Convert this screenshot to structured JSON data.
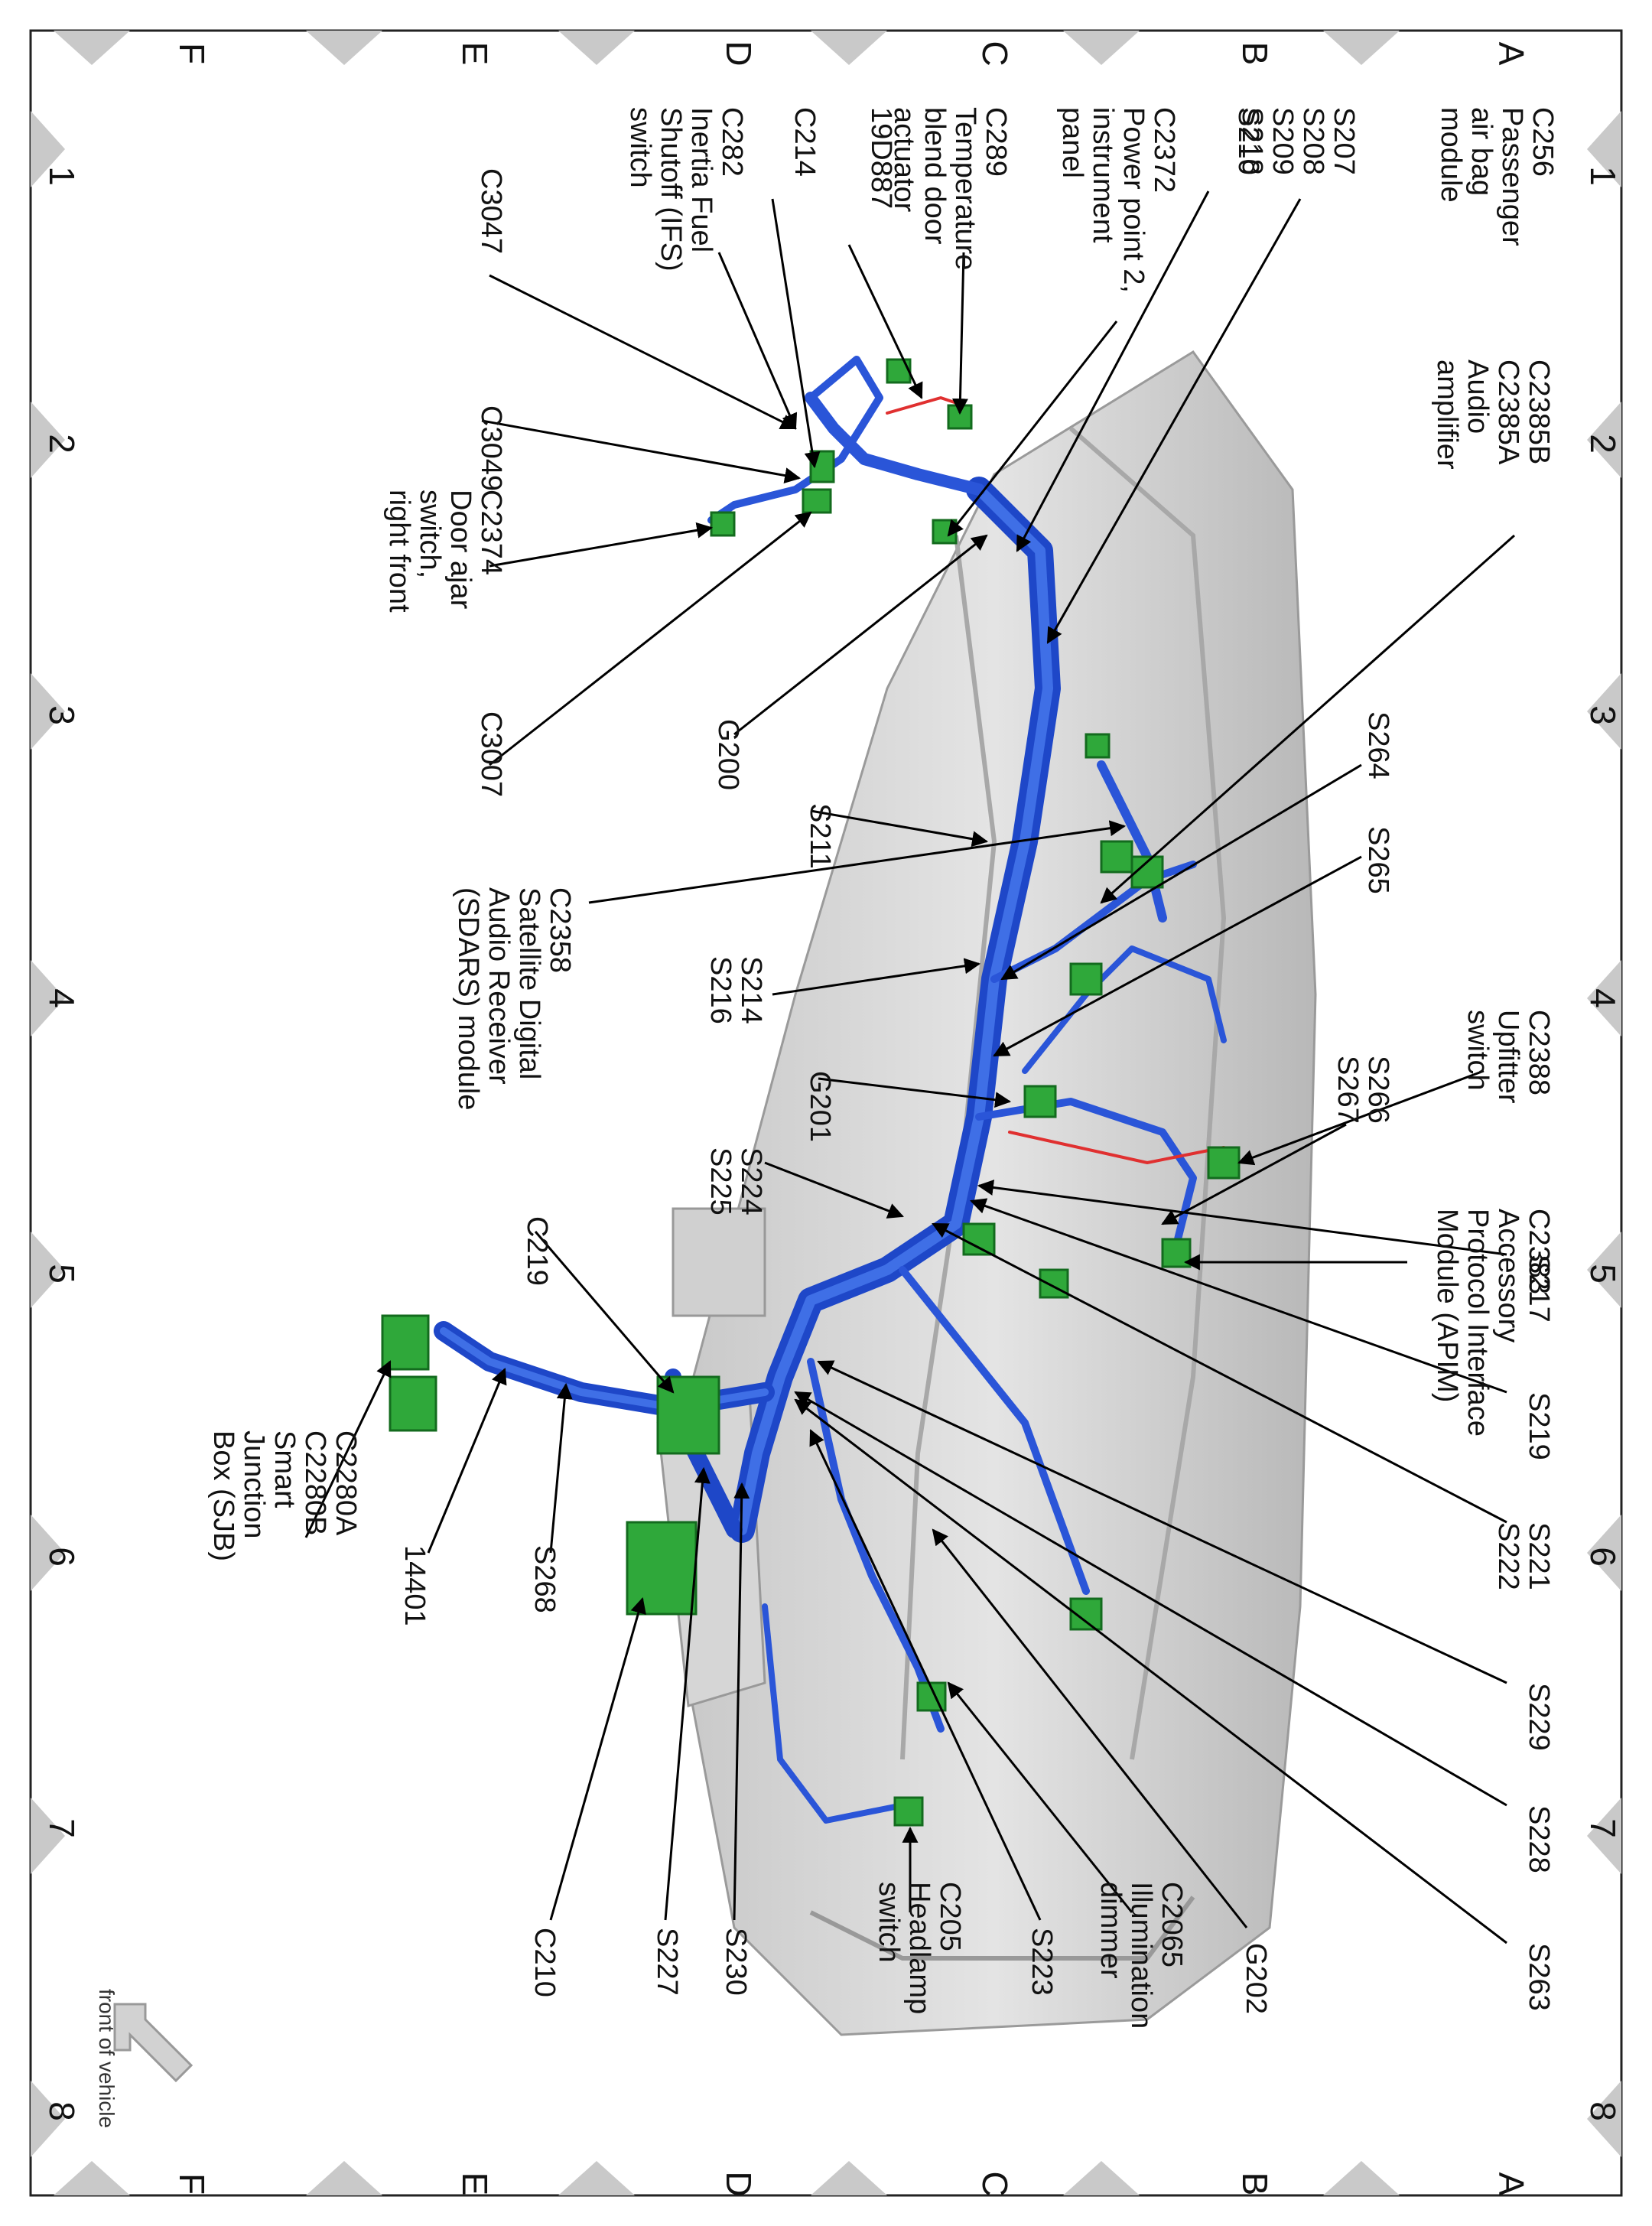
{
  "grid": {
    "numbers": [
      "1",
      "2",
      "3",
      "4",
      "5",
      "6",
      "7",
      "8"
    ],
    "letters": [
      "A",
      "B",
      "C",
      "D",
      "E",
      "F"
    ]
  },
  "front_of_vehicle": "front of vehicle",
  "labels": [
    {
      "id": "c256",
      "lines": [
        "C256",
        "Passenger",
        "air bag",
        "module"
      ]
    },
    {
      "id": "s207",
      "lines": [
        "S207",
        "S208",
        "S209",
        "S218"
      ]
    },
    {
      "id": "s210",
      "lines": [
        "S210"
      ]
    },
    {
      "id": "c2372",
      "lines": [
        "C2372",
        "Power point 2,",
        "instrument",
        "panel"
      ]
    },
    {
      "id": "c289",
      "lines": [
        "C289",
        "Temperature",
        "blend door",
        "actuator"
      ]
    },
    {
      "id": "19d887",
      "lines": [
        "19D887"
      ]
    },
    {
      "id": "c214",
      "lines": [
        "C214"
      ]
    },
    {
      "id": "c282",
      "lines": [
        "C282",
        "Inertia Fuel",
        "Shutoff (IFS)",
        "switch"
      ]
    },
    {
      "id": "c3047",
      "lines": [
        "C3047"
      ]
    },
    {
      "id": "c3049",
      "lines": [
        "C3049"
      ]
    },
    {
      "id": "c2374",
      "lines": [
        "C2374",
        "Door ajar",
        "switch,",
        "right front"
      ]
    },
    {
      "id": "c3007",
      "lines": [
        "C3007"
      ]
    },
    {
      "id": "g200",
      "lines": [
        "G200"
      ]
    },
    {
      "id": "s211",
      "lines": [
        "S211"
      ]
    },
    {
      "id": "c2358",
      "lines": [
        "C2358",
        "Satellite Digital",
        "Audio Receiver",
        "(SDARS) module"
      ]
    },
    {
      "id": "s214",
      "lines": [
        "S214",
        "S216"
      ]
    },
    {
      "id": "g201",
      "lines": [
        "G201"
      ]
    },
    {
      "id": "s224",
      "lines": [
        "S224",
        "S225"
      ]
    },
    {
      "id": "c219",
      "lines": [
        "C219"
      ]
    },
    {
      "id": "c2280a",
      "lines": [
        "C2280A",
        "C2280B",
        "Smart",
        "Junction",
        "Box (SJB)"
      ]
    },
    {
      "id": "14401",
      "lines": [
        "14401"
      ]
    },
    {
      "id": "s268",
      "lines": [
        "S268"
      ]
    },
    {
      "id": "c210",
      "lines": [
        "C210"
      ]
    },
    {
      "id": "s227",
      "lines": [
        "S227"
      ]
    },
    {
      "id": "s230",
      "lines": [
        "S230"
      ]
    },
    {
      "id": "c205",
      "lines": [
        "C205",
        "Headlamp",
        "switch"
      ]
    },
    {
      "id": "s223",
      "lines": [
        "S223"
      ]
    },
    {
      "id": "c2065",
      "lines": [
        "C2065",
        "Illumination",
        "dimmer"
      ]
    },
    {
      "id": "g202",
      "lines": [
        "G202"
      ]
    },
    {
      "id": "s263",
      "lines": [
        "S263"
      ]
    },
    {
      "id": "s228",
      "lines": [
        "S228"
      ]
    },
    {
      "id": "s229",
      "lines": [
        "S229"
      ]
    },
    {
      "id": "s221",
      "lines": [
        "S221",
        "S222"
      ]
    },
    {
      "id": "s219",
      "lines": [
        "S219"
      ]
    },
    {
      "id": "s217",
      "lines": [
        "S217"
      ]
    },
    {
      "id": "c2383",
      "lines": [
        "C2383",
        "Accessory",
        "Protocol Interface",
        "Module (APIM)"
      ]
    },
    {
      "id": "s266",
      "lines": [
        "S266",
        "S267"
      ]
    },
    {
      "id": "c2388",
      "lines": [
        "C2388",
        "Upfitter",
        "switch"
      ]
    },
    {
      "id": "s264",
      "lines": [
        "S264"
      ]
    },
    {
      "id": "s265",
      "lines": [
        "S265"
      ]
    },
    {
      "id": "c2385b",
      "lines": [
        "C2385B",
        "C2385A",
        "Audio",
        "amplifier"
      ]
    }
  ]
}
